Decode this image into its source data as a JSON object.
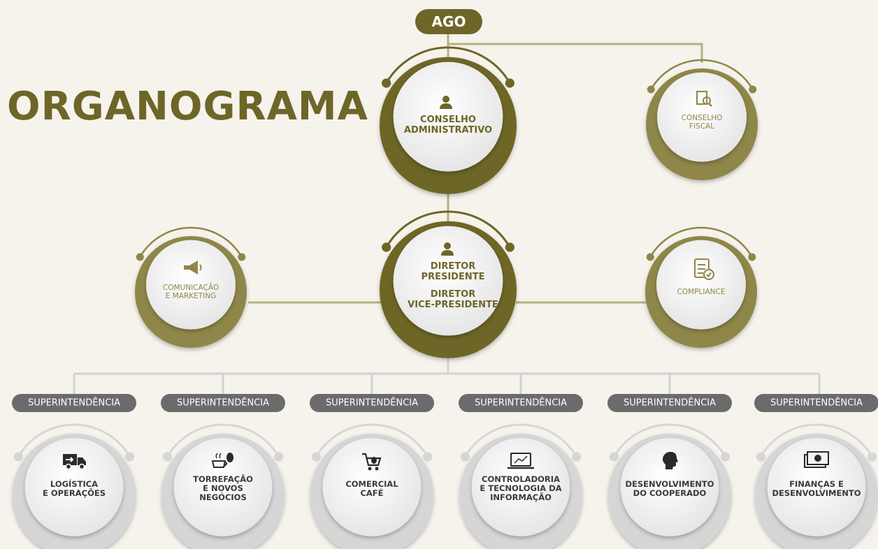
{
  "title": "ORGANOGRAMA",
  "top": {
    "label": "AGO"
  },
  "board": {
    "line1": "CONSELHO",
    "line2": "ADMINISTRATIVO",
    "icon": "person-icon"
  },
  "fiscal": {
    "line1": "CONSELHO",
    "line2": "FISCAL",
    "icon": "document-search-icon"
  },
  "president": {
    "line1": "DIRETOR",
    "line2": "PRESIDENTE",
    "line3": "DIRETOR",
    "line4": "VICE-PRESIDENTE",
    "icon": "person-icon"
  },
  "marketing": {
    "line1": "COMUNICAÇÃO",
    "line2": "E MARKETING",
    "icon": "megaphone-icon"
  },
  "compliance": {
    "label": "COMPLIANCE",
    "icon": "checklist-icon"
  },
  "superintendencias": [
    {
      "tag": "SUPERINTENDÊNCIA",
      "lines": [
        "LOGÍSTICA",
        "E OPERAÇÕES"
      ],
      "icon": "truck-icon"
    },
    {
      "tag": "SUPERINTENDÊNCIA",
      "lines": [
        "TORREFAÇÃO",
        "E NOVOS",
        "NEGÓCIOS"
      ],
      "icon": "coffee-icon"
    },
    {
      "tag": "SUPERINTENDÊNCIA",
      "lines": [
        "COMERCIAL",
        "CAFÉ"
      ],
      "icon": "cart-icon"
    },
    {
      "tag": "SUPERINTENDÊNCIA",
      "lines": [
        "CONTROLADORIA",
        "E TECNOLOGIA DA",
        "INFORMAÇÃO"
      ],
      "icon": "laptop-chart-icon"
    },
    {
      "tag": "SUPERINTENDÊNCIA",
      "lines": [
        "DESENVOLVIMENTO",
        "DO COOPERADO"
      ],
      "icon": "head-icon"
    },
    {
      "tag": "SUPERINTENDÊNCIA",
      "lines": [
        "FINANÇAS E",
        "DESENVOLVIMENTO"
      ],
      "icon": "money-icon"
    }
  ],
  "colors": {
    "olive": "#6e6628",
    "olive_light": "#8f8748",
    "grey_tag": "#6b6b6b",
    "grey_ring": "#d6d6d6",
    "line": "#b8b07c"
  }
}
